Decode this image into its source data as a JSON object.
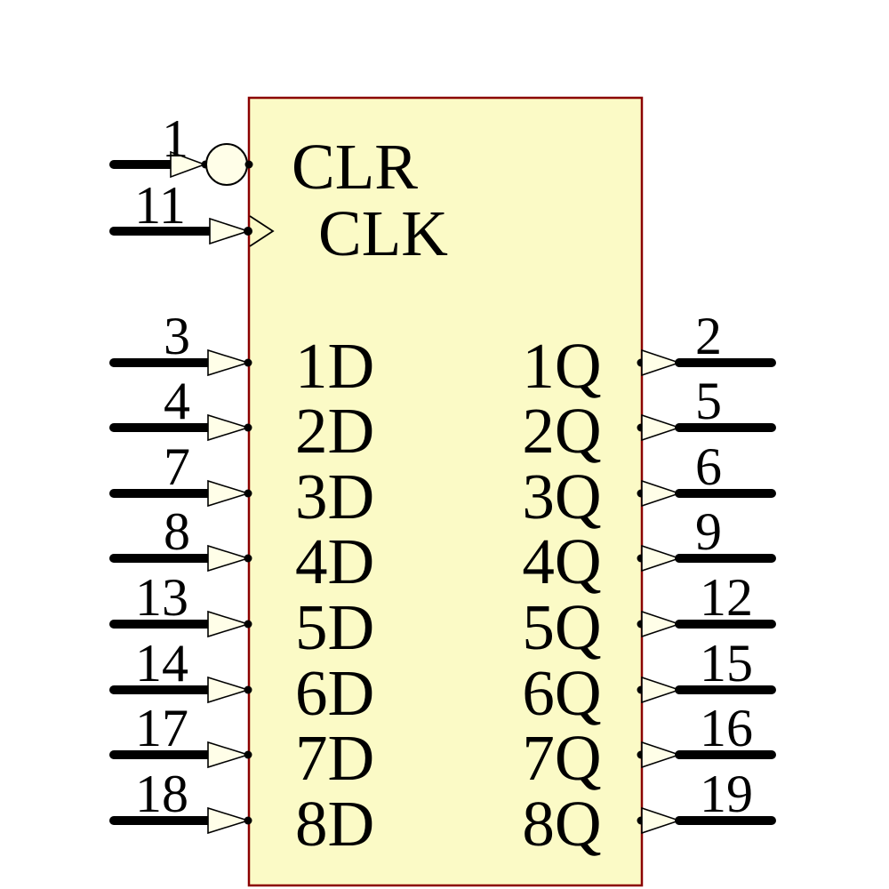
{
  "component": {
    "kind": "ic-schematic-symbol",
    "colors": {
      "body_fill": "#FBFAC6",
      "body_border": "#8B0000",
      "arrow_fill": "#FFFEE8",
      "wire_color": "#000000",
      "text_color": "#000000",
      "background": "#FFFFFF"
    },
    "pins": {
      "control": [
        {
          "number": "1",
          "label": "CLR",
          "style": "inverted"
        },
        {
          "number": "11",
          "label": "CLK",
          "style": "edge-triggered"
        }
      ],
      "inputs": [
        {
          "number": "3",
          "label": "1D"
        },
        {
          "number": "4",
          "label": "2D"
        },
        {
          "number": "7",
          "label": "3D"
        },
        {
          "number": "8",
          "label": "4D"
        },
        {
          "number": "13",
          "label": "5D"
        },
        {
          "number": "14",
          "label": "6D"
        },
        {
          "number": "17",
          "label": "7D"
        },
        {
          "number": "18",
          "label": "8D"
        }
      ],
      "outputs": [
        {
          "number": "2",
          "label": "1Q"
        },
        {
          "number": "5",
          "label": "2Q"
        },
        {
          "number": "6",
          "label": "3Q"
        },
        {
          "number": "9",
          "label": "4Q"
        },
        {
          "number": "12",
          "label": "5Q"
        },
        {
          "number": "15",
          "label": "6Q"
        },
        {
          "number": "16",
          "label": "7Q"
        },
        {
          "number": "19",
          "label": "8Q"
        }
      ]
    }
  }
}
